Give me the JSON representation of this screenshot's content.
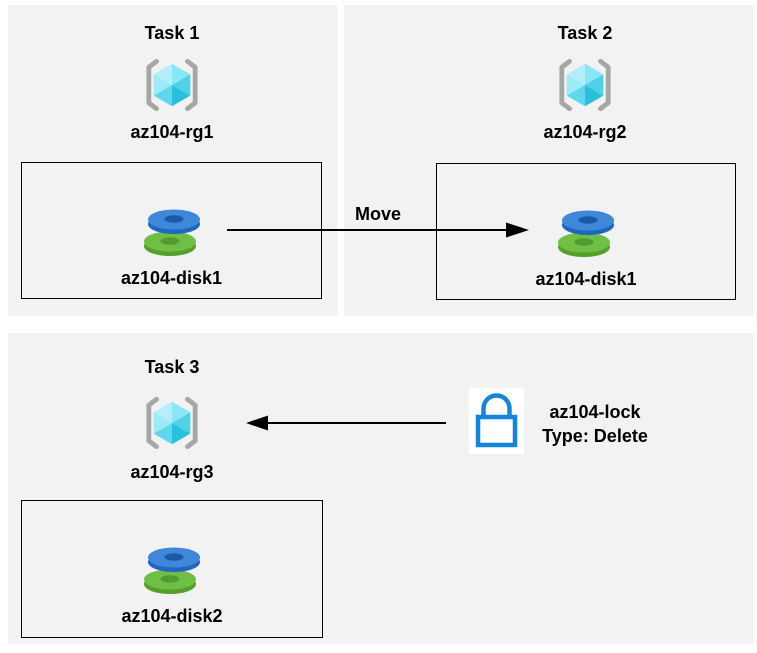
{
  "panels": [
    {
      "title": "Task 1",
      "resource_group_label": "az104-rg1",
      "disk_label": "az104-disk1"
    },
    {
      "title": "Task 2",
      "resource_group_label": "az104-rg2",
      "disk_label": "az104-disk1"
    },
    {
      "title": "Task 3",
      "resource_group_label": "az104-rg3",
      "disk_label": "az104-disk2"
    }
  ],
  "arrows": {
    "move": {
      "label": "Move",
      "direction": "right"
    },
    "lock": {
      "label": "",
      "direction": "left"
    }
  },
  "lock": {
    "name": "az104-lock",
    "type_line": "Type: Delete"
  },
  "icons": {
    "resource_group": "resource-group-icon",
    "disk": "managed-disk-icon",
    "lock": "lock-icon"
  },
  "colors": {
    "panel_bg": "#f2f2f2",
    "arrow": "#000000",
    "lock_blue": "#1486d9",
    "bracket_gray": "#a6a6a6",
    "cube_cyan_light": "#b2effa",
    "cube_cyan_dark": "#2ac0dc",
    "disk_blue_top": "#3f87d9",
    "disk_blue_side": "#2166c0",
    "disk_blue_hole": "#1a5aa6",
    "disk_green_top": "#6fbf45",
    "disk_green_side": "#579f2d",
    "disk_green_hole": "#529b2f"
  }
}
